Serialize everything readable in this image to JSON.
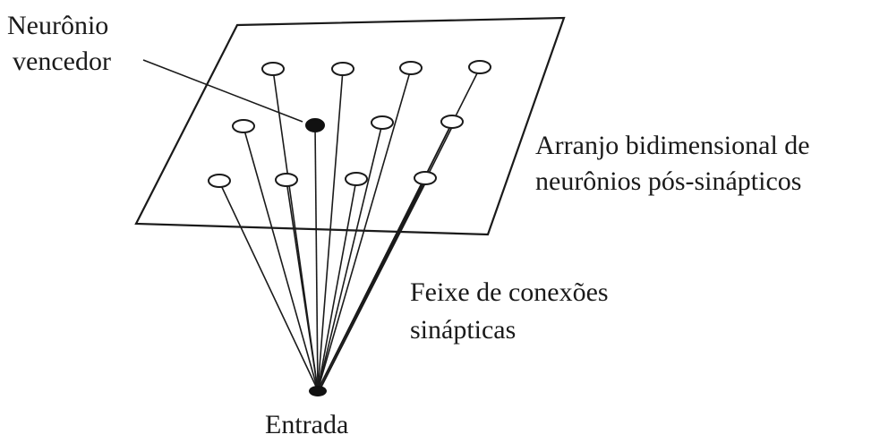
{
  "labels": {
    "winner_line1": "Neurônio",
    "winner_line2": "vencedor",
    "array_line1": "Arranjo bidimensional de",
    "array_line2": "neurônios pós-sinápticos",
    "bundle_line1": "Feixe de conexões",
    "bundle_line2": "sinápticas",
    "input": "Entrada"
  },
  "grid": {
    "neuron_count": 12,
    "winner_index": 5
  },
  "colors": {
    "ink": "#1a1a1a",
    "background": "#ffffff"
  }
}
